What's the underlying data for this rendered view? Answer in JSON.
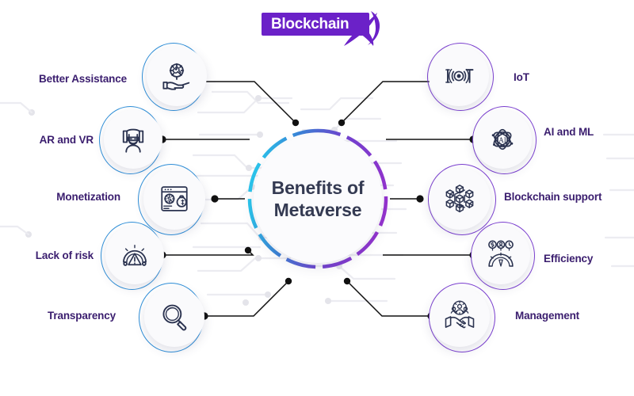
{
  "brand": {
    "name": "Blockchain",
    "mark": "x-mark-icon",
    "plate_color": "#6b21c8",
    "mark_color": "#6b21c8",
    "word_color": "#ffffff"
  },
  "hub": {
    "title_line1": "Benefits of",
    "title_line2": "Metaverse",
    "text_color": "#343a52",
    "ring_start_color": "#2bc4ec",
    "ring_mid_color": "#3b82d6",
    "ring_end_color": "#8b2fcf"
  },
  "theme": {
    "label_color": "#3a1d6e",
    "left_accent": "#2f8fd8",
    "right_accent": "#7b3fd0",
    "icon_stroke": "#2b3350",
    "connector_color": "#111111",
    "circuit_color": "#ececf1",
    "background": "#ffffff"
  },
  "left_items": [
    {
      "label": "Better Assistance",
      "icon": "hand-holding-gear-icon"
    },
    {
      "label": "AR and VR",
      "icon": "vr-headset-person-icon"
    },
    {
      "label": "Monetization",
      "icon": "browser-money-gear-icon"
    },
    {
      "label": "Lack of risk",
      "icon": "gauge-warning-icon"
    },
    {
      "label": "Transparency",
      "icon": "magnifying-glass-icon"
    }
  ],
  "right_items": [
    {
      "label": "IoT",
      "icon": "iot-wireless-icon"
    },
    {
      "label": "AI and ML",
      "icon": "atom-ai-icon"
    },
    {
      "label": "Blockchain support",
      "icon": "cube-network-icon"
    },
    {
      "label": "Efficiency",
      "icon": "gauge-gear-metrics-icon"
    },
    {
      "label": "Management",
      "icon": "handshake-team-icon"
    }
  ]
}
